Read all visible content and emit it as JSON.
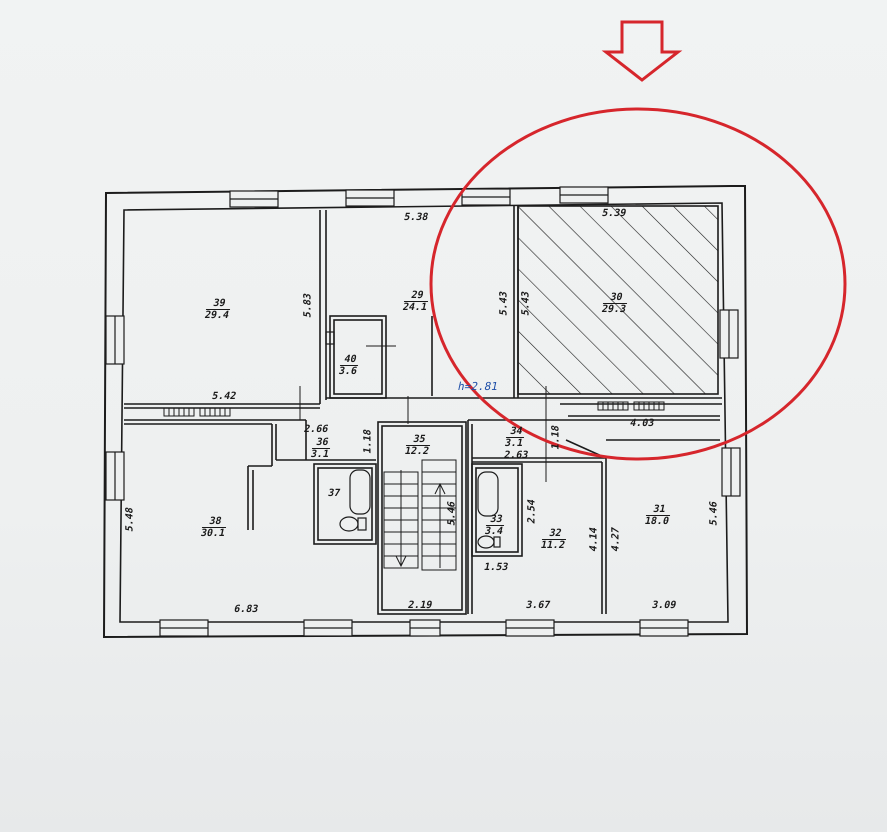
{
  "plan": {
    "ceiling_height": "h=2.81",
    "rooms": [
      {
        "id": "39",
        "num": "39",
        "area": "29.4"
      },
      {
        "id": "29",
        "num": "29",
        "area": "24.1"
      },
      {
        "id": "40",
        "num": "40",
        "area": "3.6"
      },
      {
        "id": "30",
        "num": "30",
        "area": "29.3"
      },
      {
        "id": "36",
        "num": "36",
        "area": "3.1"
      },
      {
        "id": "35",
        "num": "35",
        "area": "12.2"
      },
      {
        "id": "34",
        "num": "34",
        "area": "3.1"
      },
      {
        "id": "38",
        "num": "38",
        "area": "30.1"
      },
      {
        "id": "37",
        "num": "37",
        "area": ""
      },
      {
        "id": "33",
        "num": "33",
        "area": "3.4"
      },
      {
        "id": "32",
        "num": "32",
        "area": "11.2"
      },
      {
        "id": "31",
        "num": "31",
        "area": "18.0"
      }
    ],
    "dimensions": {
      "d538": "5.38",
      "d539": "5.39",
      "d583": "5.83",
      "d543a": "5.43",
      "d543b": "5.43",
      "d542": "5.42",
      "d266": "2.66",
      "d118a": "1.18",
      "d263": "2.63",
      "d118b": "1.18",
      "d403": "4.03",
      "d548": "5.48",
      "d546a": "5.46",
      "d254": "2.54",
      "d414": "4.14",
      "d427": "4.27",
      "d546b": "5.46",
      "d153": "1.53",
      "d683": "6.83",
      "d219": "2.19",
      "d367": "3.67",
      "d309": "3.09"
    }
  },
  "colors": {
    "wall": "#1c1c1c",
    "highlight_circle": "#d6262c",
    "hatch": "#1c1c1c",
    "height_note": "#1f4fa8"
  },
  "icons": [
    "down-arrow-icon",
    "window-symbol",
    "radiator-symbol",
    "bathtub-symbol",
    "toilet-symbol",
    "sink-symbol",
    "stair-arrow-icon"
  ]
}
